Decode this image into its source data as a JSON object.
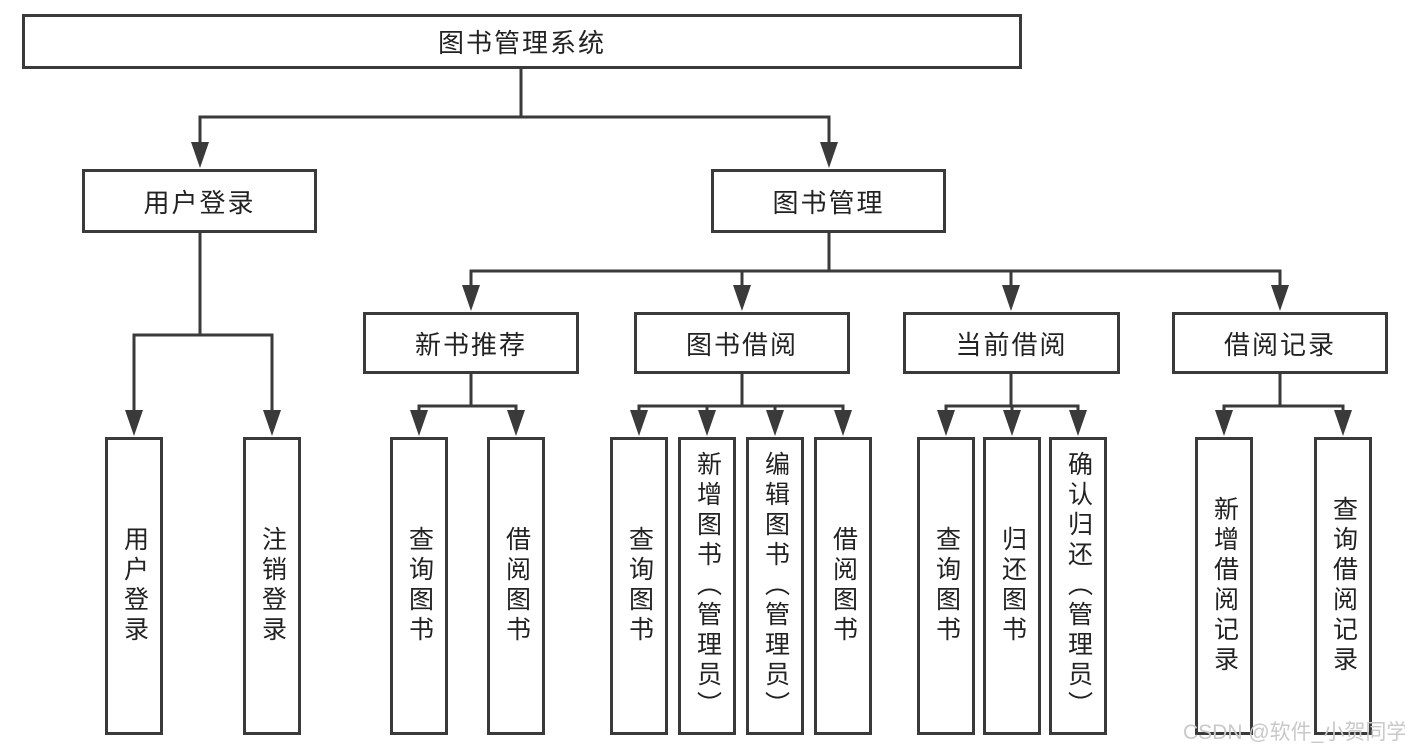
{
  "colors": {
    "line": "#3a3a3a",
    "box_border": "#3a3a3a",
    "box_fill": "#ffffff",
    "text": "#222222",
    "watermark": "#c9c9c9",
    "background": "#ffffff"
  },
  "watermark": {
    "text": "CSDN @软件_小贺同学"
  },
  "tree": {
    "root": {
      "label": "图书管理系统"
    },
    "level2": [
      {
        "label": "用户登录"
      },
      {
        "label": "图书管理"
      }
    ],
    "level3": [
      {
        "label": "新书推荐"
      },
      {
        "label": "图书借阅"
      },
      {
        "label": "当前借阅"
      },
      {
        "label": "借阅记录"
      }
    ],
    "leaves": {
      "user_login": [
        "用户登录",
        "注销登录"
      ],
      "new_book_rec": [
        "查询图书",
        "借阅图书"
      ],
      "book_borrow": [
        "查询图书",
        "新增图书（管理员）",
        "编辑图书（管理员）",
        "借阅图书"
      ],
      "current_borrow": [
        "查询图书",
        "归还图书",
        "确认归还（管理员）"
      ],
      "borrow_record": [
        "新增借阅记录",
        "查询借阅记录"
      ]
    }
  }
}
